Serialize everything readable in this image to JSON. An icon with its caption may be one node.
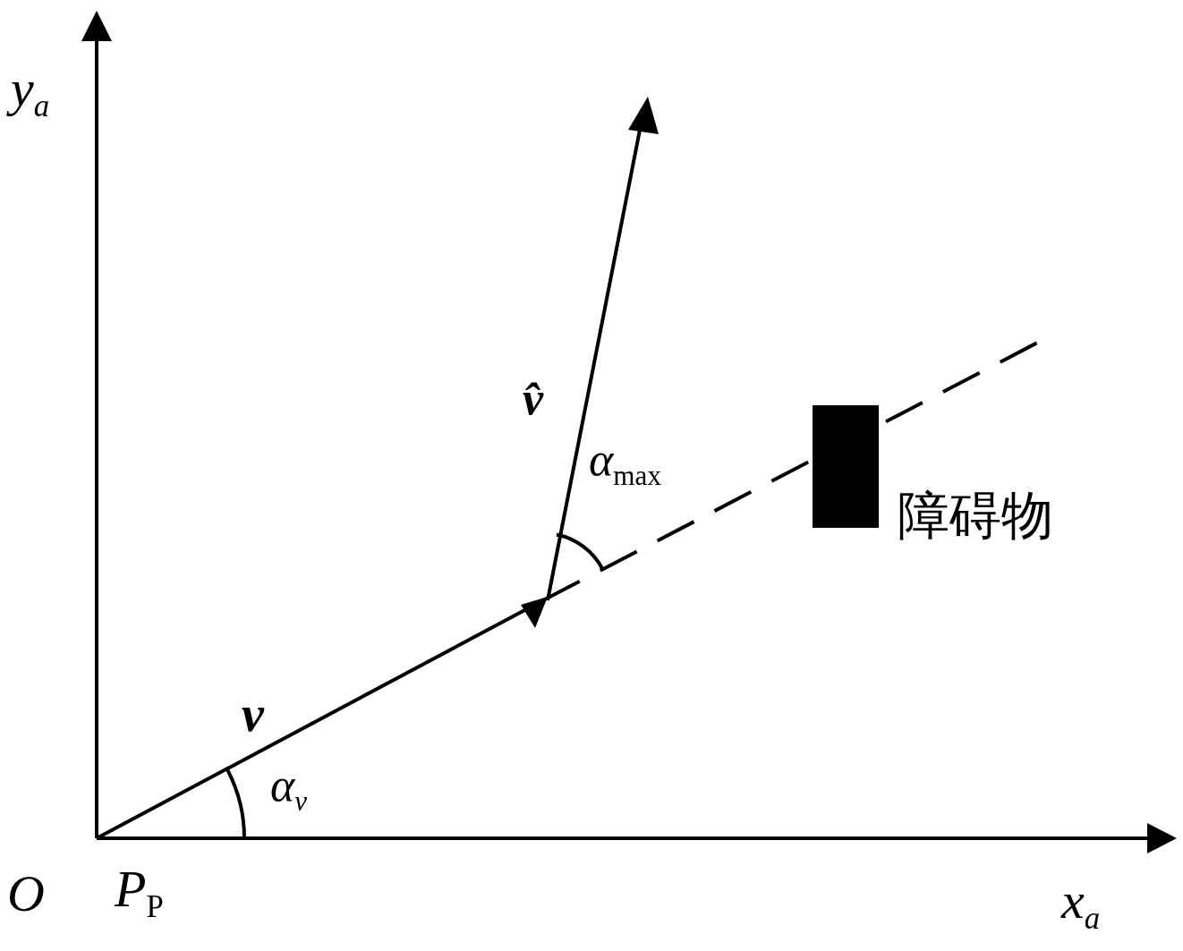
{
  "diagram": {
    "nodes": [
      {
        "text": [],
        "shape": "box",
        "beside": [
          "障碍物"
        ]
      }
    ],
    "labels": [
      "y$_{a}$",
      "v̂",
      "*α*$_{max}$",
      "v",
      "α$_{v}$",
      "O",
      "*P*$_{P}$",
      "x$_{a}$"
    ]
  }
}
